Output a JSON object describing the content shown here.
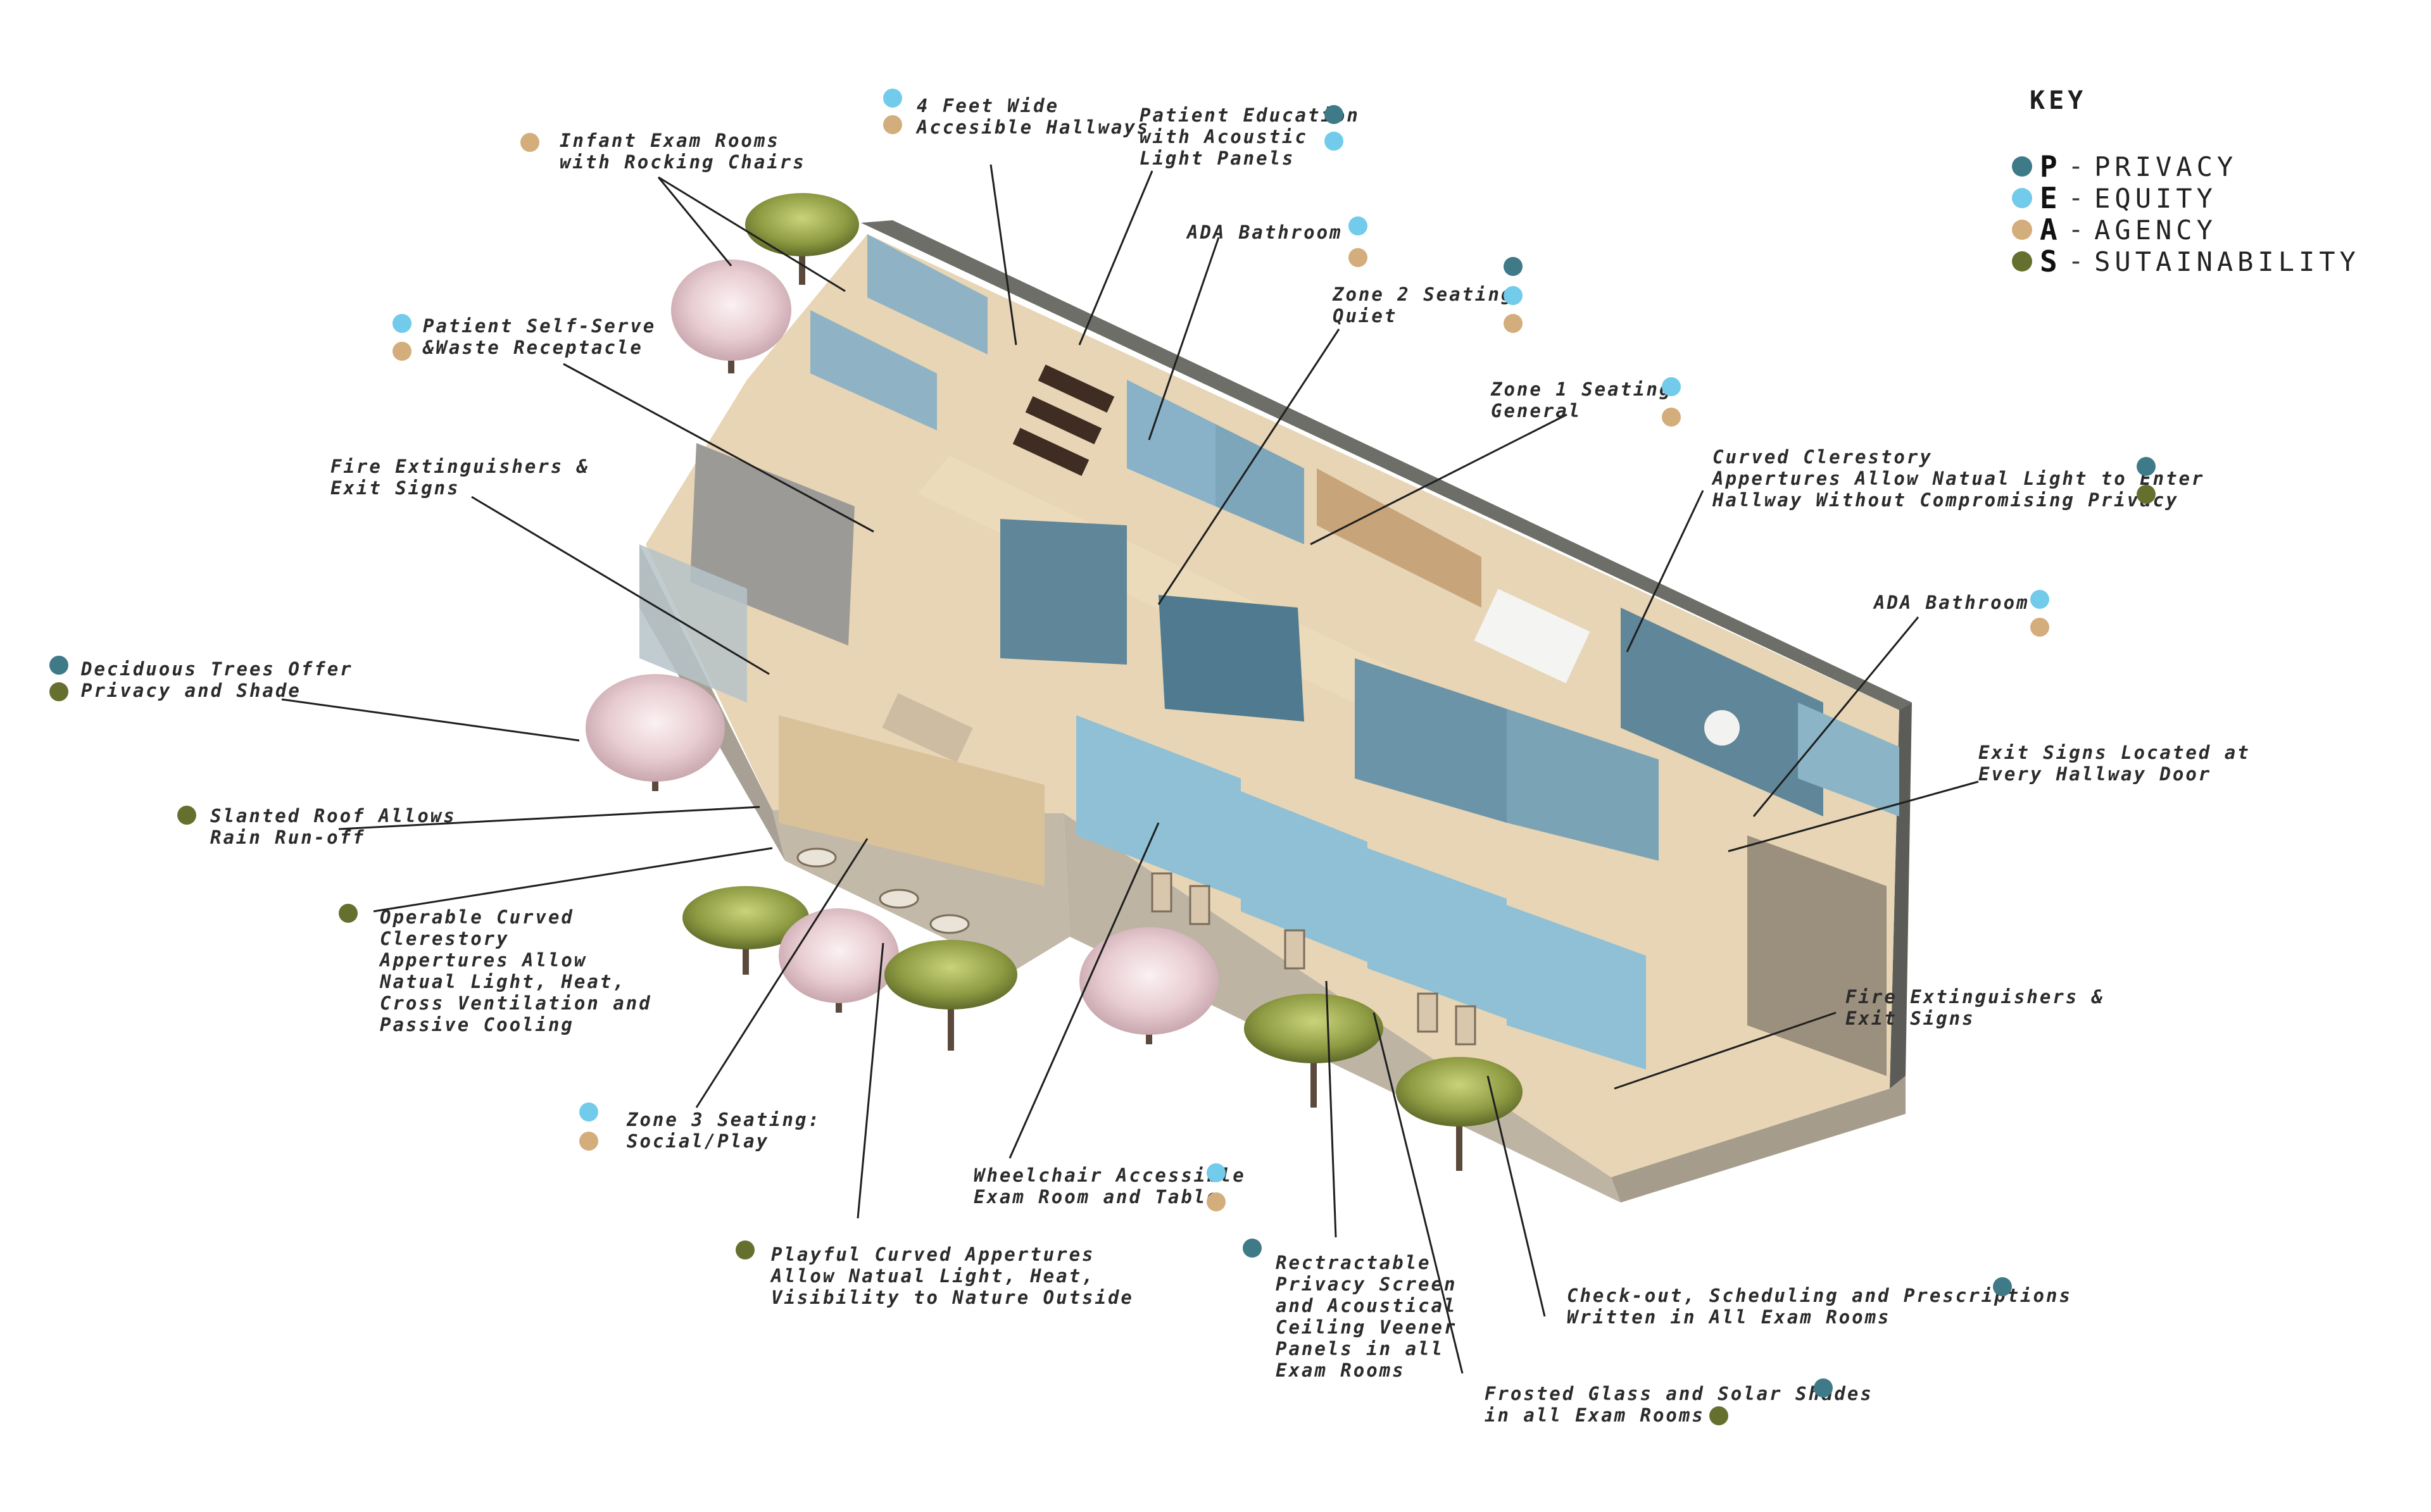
{
  "key": {
    "title": "KEY",
    "items": [
      {
        "letter": "P",
        "dash": "-",
        "word": "PRIVACY",
        "color": "#3e7a87"
      },
      {
        "letter": "E",
        "dash": "-",
        "word": "EQUITY",
        "color": "#72cbea"
      },
      {
        "letter": "A",
        "dash": "-",
        "word": "AGENCY",
        "color": "#d4ad7c"
      },
      {
        "letter": "S",
        "dash": "-",
        "word": "SUTAINABILITY",
        "color": "#65702e"
      }
    ]
  },
  "palette": {
    "privacy": "#3e7a87",
    "equity": "#72cbea",
    "agency": "#d4ad7c",
    "sustainability": "#65702e",
    "floor": "#e7d5b5",
    "wall_blue": "#9cc3d6",
    "wall_slate": "#566a74",
    "facade": "#bdb4a4"
  },
  "labels": [
    {
      "id": "infant-exam-rooms",
      "lines": [
        "Infant Exam Rooms",
        "with Rocking Chairs"
      ]
    },
    {
      "id": "accessible-hallways",
      "lines": [
        "4 Feet Wide",
        "Accesible Hallways"
      ]
    },
    {
      "id": "patient-education",
      "lines": [
        "Patient Education",
        "with Acoustic",
        "Light Panels"
      ]
    },
    {
      "id": "ada-bathroom-top",
      "lines": [
        "ADA Bathroom"
      ]
    },
    {
      "id": "zone-2-seating",
      "lines": [
        "Zone 2 Seating:",
        "Quiet"
      ]
    },
    {
      "id": "patient-self-serve",
      "lines": [
        "Patient Self-Serve",
        "&Waste Receptacle"
      ]
    },
    {
      "id": "zone-1-seating",
      "lines": [
        "Zone 1 Seating",
        "General"
      ]
    },
    {
      "id": "fire-extinguishers-left",
      "lines": [
        "Fire Extinguishers &",
        "Exit Signs"
      ]
    },
    {
      "id": "curved-clerestory",
      "lines": [
        "Curved Clerestory",
        "Appertures Allow Natual Light to Enter",
        "Hallway Without Compromising Privacy"
      ]
    },
    {
      "id": "ada-bathroom-right",
      "lines": [
        "ADA Bathroom"
      ]
    },
    {
      "id": "deciduous-trees",
      "lines": [
        "Deciduous Trees Offer",
        "Privacy and Shade"
      ]
    },
    {
      "id": "exit-signs-hallway",
      "lines": [
        "Exit Signs Located at",
        "Every Hallway Door"
      ]
    },
    {
      "id": "slanted-roof",
      "lines": [
        "Slanted Roof Allows",
        "Rain Run-off"
      ]
    },
    {
      "id": "operable-clerestory",
      "lines": [
        "Operable Curved",
        "Clerestory",
        "Appertures Allow",
        "Natual Light, Heat,",
        "Cross Ventilation and",
        "Passive Cooling"
      ]
    },
    {
      "id": "fire-extinguishers-right",
      "lines": [
        "Fire Extinguishers &",
        "Exit Signs"
      ]
    },
    {
      "id": "zone-3-seating",
      "lines": [
        "Zone 3 Seating:",
        "Social/Play"
      ]
    },
    {
      "id": "wheelchair-exam-room",
      "lines": [
        "Wheelchair Accessible",
        "Exam Room and Table"
      ]
    },
    {
      "id": "playful-appertures",
      "lines": [
        "Playful Curved Appertures",
        "Allow Natual Light, Heat,",
        "Visibility to Nature Outside"
      ]
    },
    {
      "id": "privacy-screen",
      "lines": [
        "Rectractable",
        "Privacy Screen",
        "and Acoustical",
        "Ceiling Veener",
        "Panels in all",
        "Exam Rooms"
      ]
    },
    {
      "id": "check-out",
      "lines": [
        "Check-out, Scheduling and Prescriptions",
        "Written in All Exam Rooms"
      ]
    },
    {
      "id": "frosted-glass",
      "lines": [
        "Frosted Glass and Solar Shades",
        "in all Exam Rooms"
      ]
    }
  ]
}
